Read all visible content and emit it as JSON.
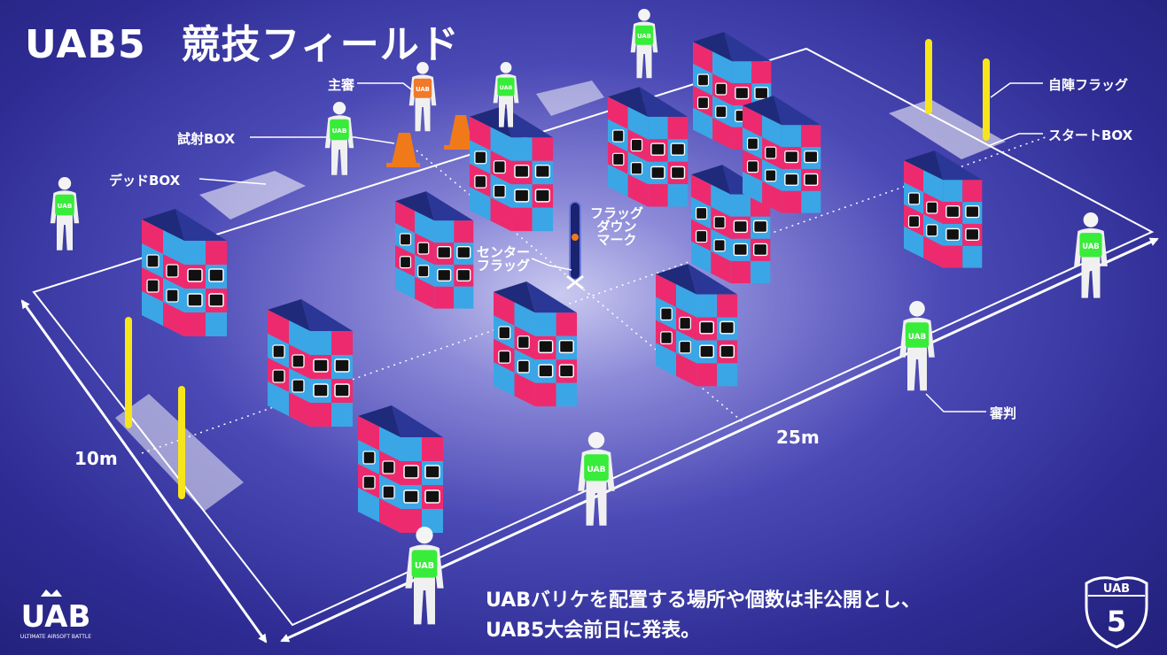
{
  "title": {
    "main": "UAB5",
    "sub": "競技フィールド"
  },
  "labels": {
    "chief_referee": "主審",
    "test_fire_box": "試射BOX",
    "dead_box": "デッドBOX",
    "own_flag": "自陣フラッグ",
    "start_box": "スタートBOX",
    "flag_down_mark": [
      "フラッグ",
      "ダウン",
      "マーク"
    ],
    "center_flag": [
      "センター",
      "フラッグ"
    ],
    "referee": "審判"
  },
  "dimensions": {
    "width": "10m",
    "length": "25m"
  },
  "footnote": [
    "UABバリケを配置する場所や個数は非公開とし、",
    "UAB5大会前日に発表。"
  ],
  "vest_text": "UAB",
  "brand": {
    "logo": "UAB",
    "tagline": "ULTIMATE AIRSOFT BATTLE"
  },
  "badge": {
    "top": "UAB",
    "number": "5"
  },
  "colors": {
    "vest": "#38ec3a",
    "vest_chief": "#f07a2a",
    "pole": "#f7e51c",
    "cone": "#f07a1a",
    "barricade_pink": "#ee2a6e",
    "barricade_cyan": "#3aa6e6",
    "barricade_dark": "#1f2a7a"
  }
}
